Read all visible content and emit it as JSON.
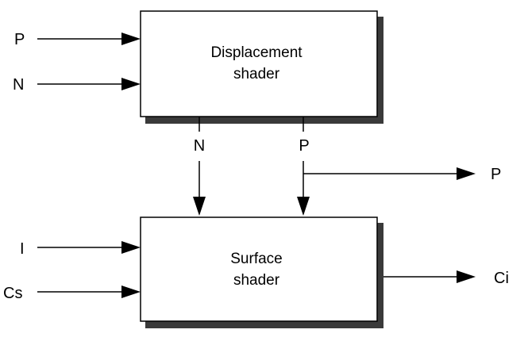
{
  "displacement_shader": {
    "line1": "Displacement",
    "line2": "shader",
    "inputs": [
      "P",
      "N"
    ],
    "outputs": [
      "N",
      "P"
    ]
  },
  "surface_shader": {
    "line1": "Surface",
    "line2": "shader",
    "inputs": [
      "I",
      "Cs"
    ],
    "output": "Ci"
  },
  "passthrough_output": "P",
  "colors": {
    "stroke": "#000000",
    "shadow": "#3a3a3a",
    "background": "#ffffff"
  }
}
